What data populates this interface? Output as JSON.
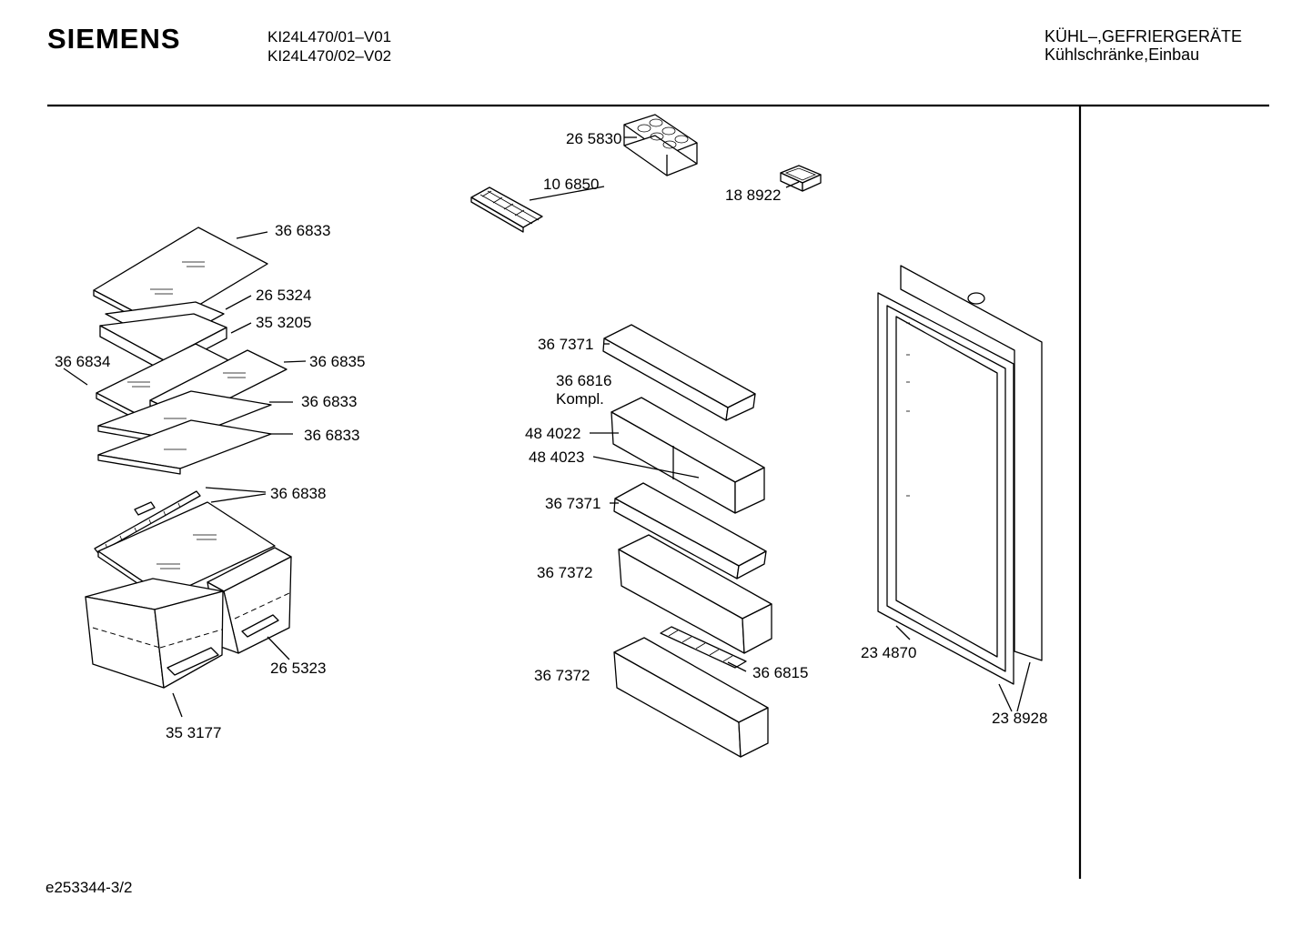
{
  "header": {
    "brand": "SIEMENS",
    "models": [
      "KI24L470/01–V01",
      "KI24L470/02–V02"
    ],
    "category": "KÜHL–,GEFRIERGERÄTE",
    "subcategory": "Kühlschränke,Einbau"
  },
  "footer": {
    "drawing_id": "e253344-3/2"
  },
  "parts": {
    "egg_tray": "26 5830",
    "ice_tray": "10 6850",
    "butter_dish": "18 8922",
    "glass_shelf_top": "36 6833",
    "shelf_frame_a": "26 5324",
    "shelf_frame_b": "35 3205",
    "shelf_left": "36 6834",
    "shelf_right": "36 6835",
    "glass_shelf_mid": "36 6833",
    "glass_shelf_low": "36 6833",
    "vent_strip": "36 6838",
    "crisper_small": "26 5323",
    "crisper_large": "35 3177",
    "door_shelf_1": "36 7371",
    "door_shelf_kompl_num": "36 6816",
    "door_shelf_kompl_word": "Kompl.",
    "flap_a": "48 4022",
    "flap_b": "48 4023",
    "door_shelf_2": "36 7371",
    "bottle_shelf_1": "36 7372",
    "bottle_holder": "36 6815",
    "bottle_shelf_2": "36 7372",
    "door_gasket": "23 4870",
    "door_panel": "23 8928"
  }
}
